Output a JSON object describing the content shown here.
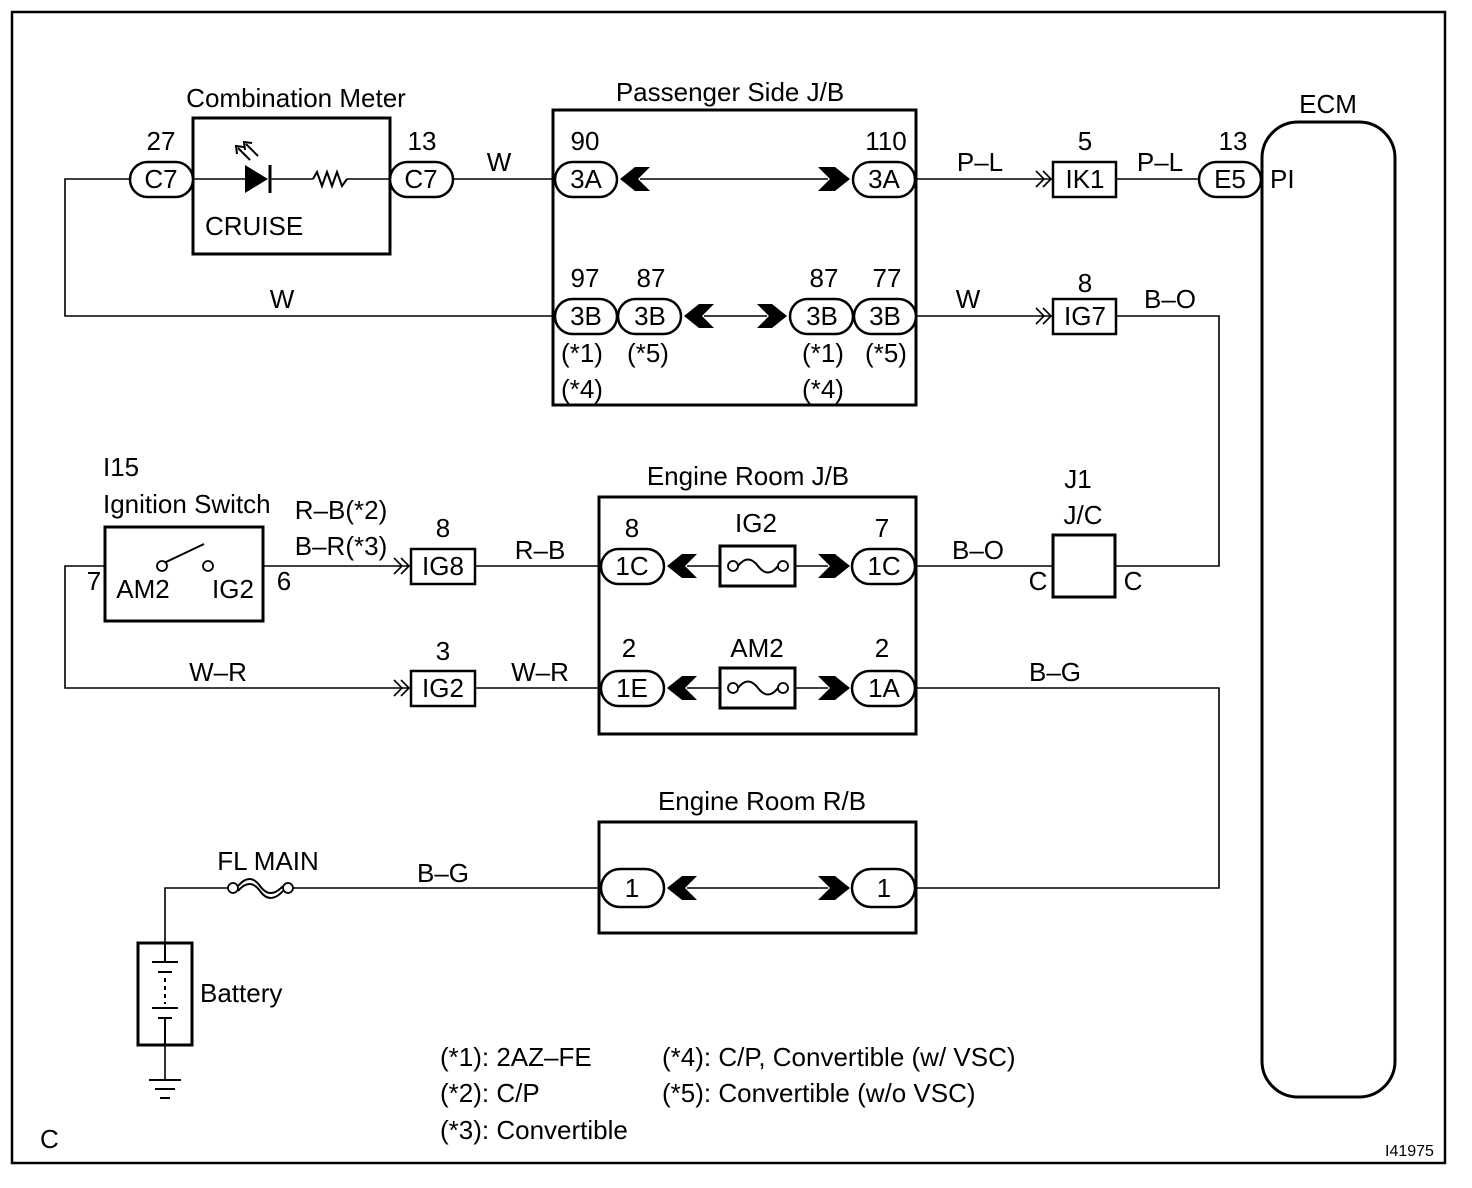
{
  "components": {
    "combination_meter": {
      "label": "Combination Meter",
      "indicator_label": "CRUISE"
    },
    "passenger_side_jb": {
      "label": "Passenger Side J/B"
    },
    "ecm": {
      "label": "ECM",
      "terminal": "PI"
    },
    "ignition_switch": {
      "code": "I15",
      "label": "Ignition Switch",
      "contact_left": "AM2",
      "contact_right": "IG2",
      "pin_left": "7",
      "pin_right": "6"
    },
    "engine_room_jb": {
      "label": "Engine Room J/B",
      "fuse_upper": "IG2",
      "fuse_lower": "AM2"
    },
    "junction_connector": {
      "code": "J1",
      "label": "J/C",
      "pin_left": "C",
      "pin_right": "C"
    },
    "engine_room_rb": {
      "label": "Engine Room R/B"
    },
    "fusible_link": {
      "label": "FL MAIN"
    },
    "battery": {
      "label": "Battery"
    }
  },
  "connectors": {
    "c7_27": {
      "pin": "27",
      "code": "C7"
    },
    "c7_13": {
      "pin": "13",
      "code": "C7"
    },
    "jb_3a_90": {
      "pin": "90",
      "code": "3A"
    },
    "jb_3a_110": {
      "pin": "110",
      "code": "3A"
    },
    "jb_3b_97": {
      "pin": "97",
      "code": "3B",
      "variant": [
        "(*1)",
        "(*4)"
      ]
    },
    "jb_3b_87_in": {
      "pin": "87",
      "code": "3B",
      "variant": [
        "(*5)"
      ]
    },
    "jb_3b_87_out": {
      "pin": "87",
      "code": "3B",
      "variant": [
        "(*1)",
        "(*4)"
      ]
    },
    "jb_3b_77": {
      "pin": "77",
      "code": "3B",
      "variant": [
        "(*5)"
      ]
    },
    "ik1_5": {
      "pin": "5",
      "code": "IK1"
    },
    "e5_13": {
      "pin": "13",
      "code": "E5"
    },
    "ig7_8": {
      "pin": "8",
      "code": "IG7"
    },
    "ig8_8": {
      "pin": "8",
      "code": "IG8"
    },
    "ig2_3": {
      "pin": "3",
      "code": "IG2"
    },
    "jb_1c_8": {
      "pin": "8",
      "code": "1C"
    },
    "jb_1c_7": {
      "pin": "7",
      "code": "1C"
    },
    "jb_1e_2": {
      "pin": "2",
      "code": "1E"
    },
    "jb_1a_2": {
      "pin": "2",
      "code": "1A"
    },
    "rb_1_in": {
      "code": "1"
    },
    "rb_1_out": {
      "code": "1"
    }
  },
  "wires": {
    "meter_to_jb3a": "W",
    "meter_to_jb3b": "W",
    "jb3a_to_ik1": "P–L",
    "ik1_to_e5": "P–L",
    "jb3b_to_ig7": "W",
    "ig7_to_jc": "B–O",
    "switch_to_ig8": [
      "R–B(*2)",
      "B–R(*3)"
    ],
    "ig8_to_1c": "R–B",
    "jb1c_to_jc": "B–O",
    "switch_to_ig2": "W–R",
    "ig2_to_1e": "W–R",
    "jb1a_to_rb": "B–G",
    "fl_to_rb": "B–G"
  },
  "notes": [
    "(*1): 2AZ–FE",
    "(*2): C/P",
    "(*3): Convertible",
    "(*4): C/P, Convertible (w/ VSC)",
    "(*5): Convertible (w/o VSC)"
  ],
  "corner_code": "C",
  "figure_id": "I41975"
}
